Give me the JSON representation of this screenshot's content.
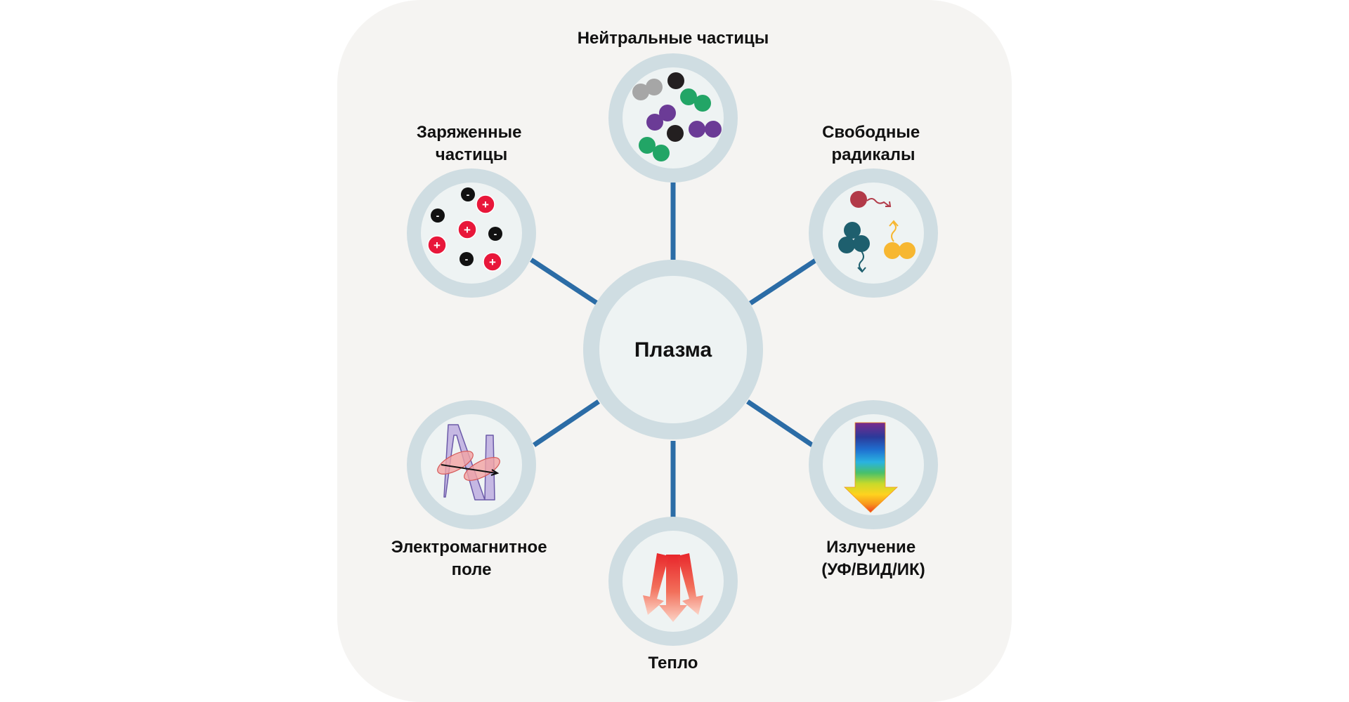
{
  "diagram": {
    "center_label": "Плазма",
    "nodes": [
      {
        "id": "neutral",
        "label_lines": [
          "Нейтральные частицы"
        ],
        "icon": "neutral-particles-icon"
      },
      {
        "id": "charged",
        "label_lines": [
          "Заряженные",
          "частицы"
        ],
        "icon": "charged-particles-icon"
      },
      {
        "id": "radicals",
        "label_lines": [
          "Свободные",
          "радикалы"
        ],
        "icon": "free-radicals-icon"
      },
      {
        "id": "em",
        "label_lines": [
          "Электромагнитное",
          "поле"
        ],
        "icon": "electromagnetic-wave-icon"
      },
      {
        "id": "radiation",
        "label_lines": [
          "Излучение",
          "(УФ/ВИД/ИК)"
        ],
        "icon": "spectrum-arrow-icon"
      },
      {
        "id": "heat",
        "label_lines": [
          "Тепло"
        ],
        "icon": "heat-arrows-icon"
      }
    ],
    "charge_symbols": {
      "positive": "+",
      "negative": "-"
    }
  },
  "colors": {
    "panel": "#f5f4f2",
    "ring": "#cfdde2",
    "inner": "#eef3f3",
    "connector": "#2b6ca6",
    "positive": "#e8173a",
    "negative": "#111111",
    "neutral_gray": "#a6a6a6",
    "neutral_black": "#231f20",
    "neutral_green": "#22a566",
    "neutral_purple": "#6b3b96",
    "radical_red": "#b23a48",
    "radical_teal": "#1e5f6e",
    "radical_yellow": "#f7b731",
    "wave_purple": "#b7a4dd",
    "wave_red": "#f2a2a2"
  }
}
